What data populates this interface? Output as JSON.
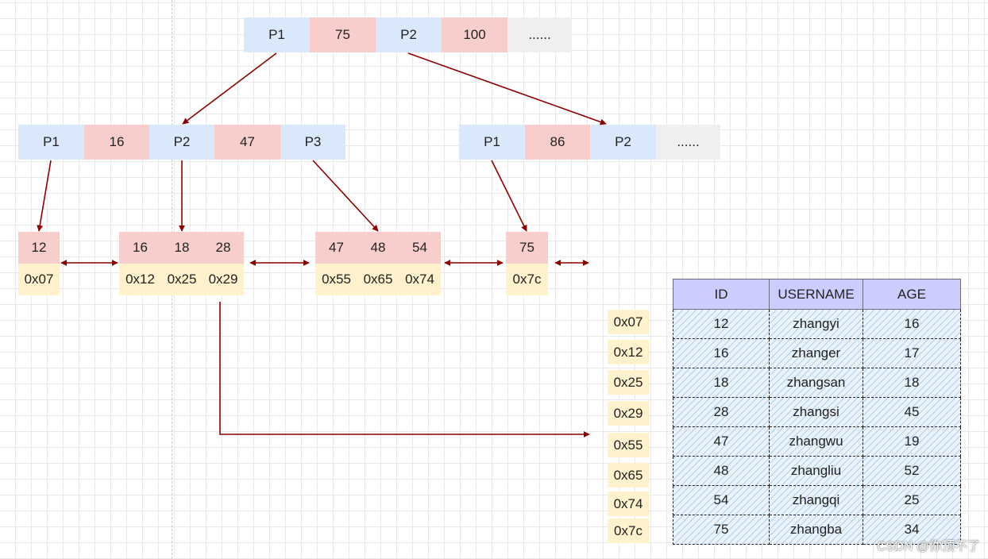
{
  "root_node": [
    "P1",
    "75",
    "P2",
    "100",
    "......"
  ],
  "internal_left": [
    "P1",
    "16",
    "P2",
    "47",
    "P3"
  ],
  "internal_right": [
    "P1",
    "86",
    "P2",
    "......"
  ],
  "leaf_1": {
    "keys": [
      "12"
    ],
    "addrs": [
      "0x07"
    ]
  },
  "leaf_2": {
    "keys": [
      "16",
      "18",
      "28"
    ],
    "addrs": [
      "0x12",
      "0x25",
      "0x29"
    ]
  },
  "leaf_3": {
    "keys": [
      "47",
      "48",
      "54"
    ],
    "addrs": [
      "0x55",
      "0x65",
      "0x74"
    ]
  },
  "leaf_4": {
    "keys": [
      "75"
    ],
    "addrs": [
      "0x7c"
    ]
  },
  "address_list": [
    "0x07",
    "0x12",
    "0x25",
    "0x29",
    "0x55",
    "0x65",
    "0x74",
    "0x7c"
  ],
  "table": {
    "headers": [
      "ID",
      "USERNAME",
      "AGE"
    ],
    "rows": [
      [
        "12",
        "zhangyi",
        "16"
      ],
      [
        "16",
        "zhanger",
        "17"
      ],
      [
        "18",
        "zhangsan",
        "18"
      ],
      [
        "28",
        "zhangsi",
        "45"
      ],
      [
        "47",
        "zhangwu",
        "19"
      ],
      [
        "48",
        "zhangliu",
        "52"
      ],
      [
        "54",
        "zhangqi",
        "25"
      ],
      [
        "75",
        "zhangba",
        "34"
      ]
    ]
  },
  "watermark": "CSDN @你顶不了",
  "colors": {
    "pointer_cell": "#dae8fc",
    "key_cell": "#f8cecc",
    "address_cell": "#fff2cc",
    "ellipsis_cell": "#efefef",
    "table_header": "#ccccff",
    "arrow": "#8b0000"
  }
}
